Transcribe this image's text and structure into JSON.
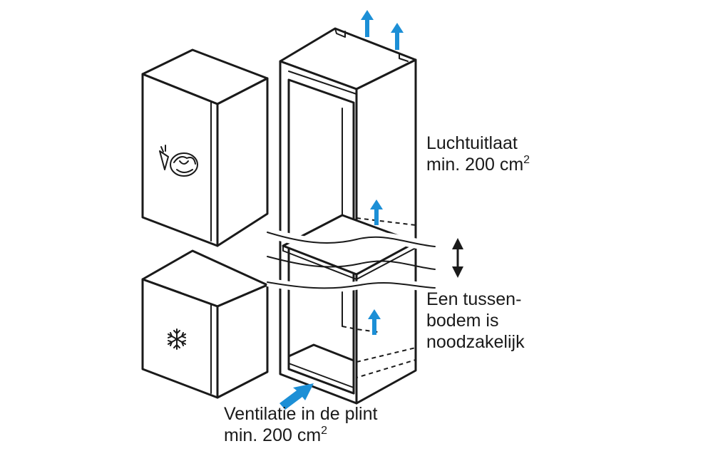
{
  "labels": {
    "outlet_line1": "Luchtuitlaat",
    "outlet_line2": "min. 200 cm",
    "outlet_sup": "2",
    "shelf_line1": "Een tussen-",
    "shelf_line2": "bodem is",
    "shelf_line3": "noodzakelijk",
    "inlet_line1": "Ventilatie in de plint",
    "inlet_line2": "min. 200 cm",
    "inlet_sup": "2"
  },
  "colors": {
    "arrow": "#1c8fd6",
    "line": "#1a1a1a",
    "background": "#ffffff"
  },
  "icons": {
    "fridge_symbol": "vegetables-icon",
    "freezer_symbol": "snowflake-icon"
  }
}
